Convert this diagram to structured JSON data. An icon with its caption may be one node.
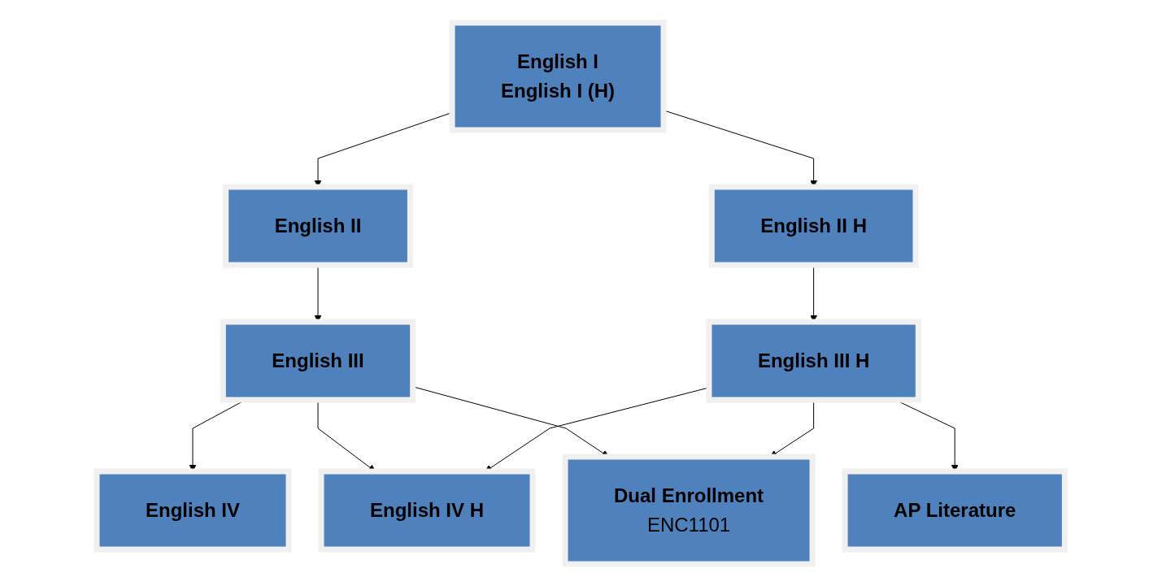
{
  "diagram": {
    "nodes": [
      {
        "text": [
          "English I",
          "English I (H)"
        ]
      },
      {
        "text": [
          "English II"
        ]
      },
      {
        "text": [
          "English II H"
        ]
      },
      {
        "text": [
          "English III"
        ]
      },
      {
        "text": [
          "English III H"
        ]
      },
      {
        "text": [
          "English IV"
        ]
      },
      {
        "text": [
          "English IV H"
        ]
      },
      {
        "text": [
          "AP Literature"
        ]
      },
      {
        "text": [
          "Dual Enrollment",
          "ENC1101"
        ]
      }
    ],
    "edges": [
      {
        "from": 0,
        "to": 1,
        "arrow": "to"
      },
      {
        "from": 0,
        "to": 2,
        "arrow": "to"
      },
      {
        "from": 1,
        "to": 3,
        "arrow": "to"
      },
      {
        "from": 2,
        "to": 4,
        "arrow": "to"
      },
      {
        "from": 3,
        "to": 5,
        "arrow": "to"
      },
      {
        "from": 3,
        "to": 6,
        "arrow": "to"
      },
      {
        "from": 3,
        "to": 8,
        "arrow": "to"
      },
      {
        "from": 4,
        "to": 6,
        "arrow": "to"
      },
      {
        "from": 4,
        "to": 7,
        "arrow": "to"
      },
      {
        "from": 4,
        "to": 8,
        "arrow": "to"
      }
    ]
  }
}
